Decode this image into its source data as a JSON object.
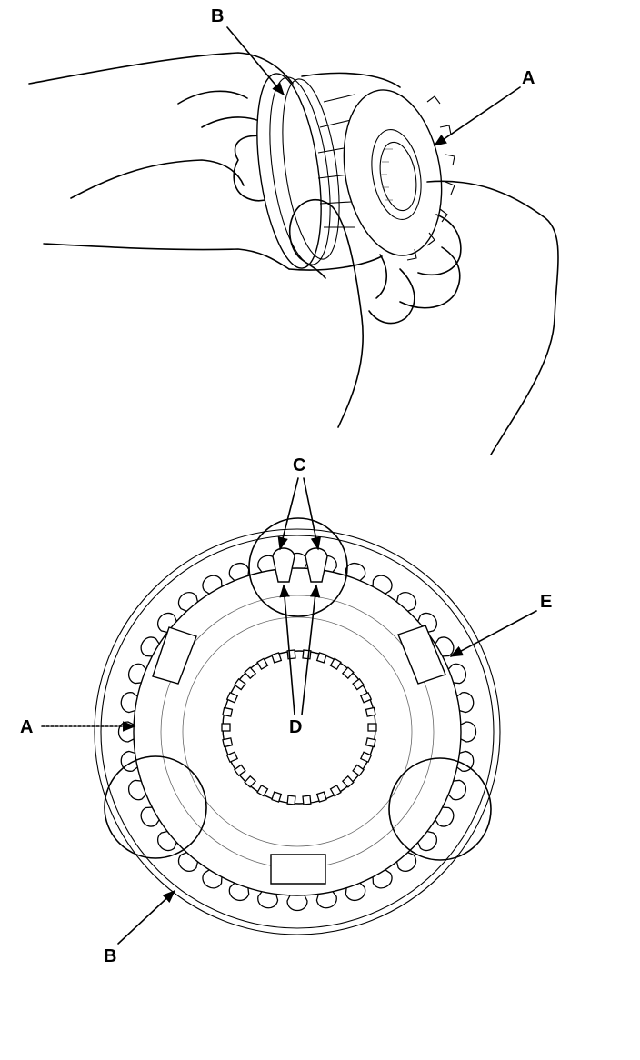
{
  "diagram": {
    "top_view": {
      "labels": {
        "a": "A",
        "b": "B"
      }
    },
    "bottom_view": {
      "labels": {
        "a": "A",
        "b": "B",
        "c": "C",
        "d": "D",
        "e": "E"
      }
    },
    "colors": {
      "ink": "#000000",
      "paper": "#ffffff"
    }
  }
}
